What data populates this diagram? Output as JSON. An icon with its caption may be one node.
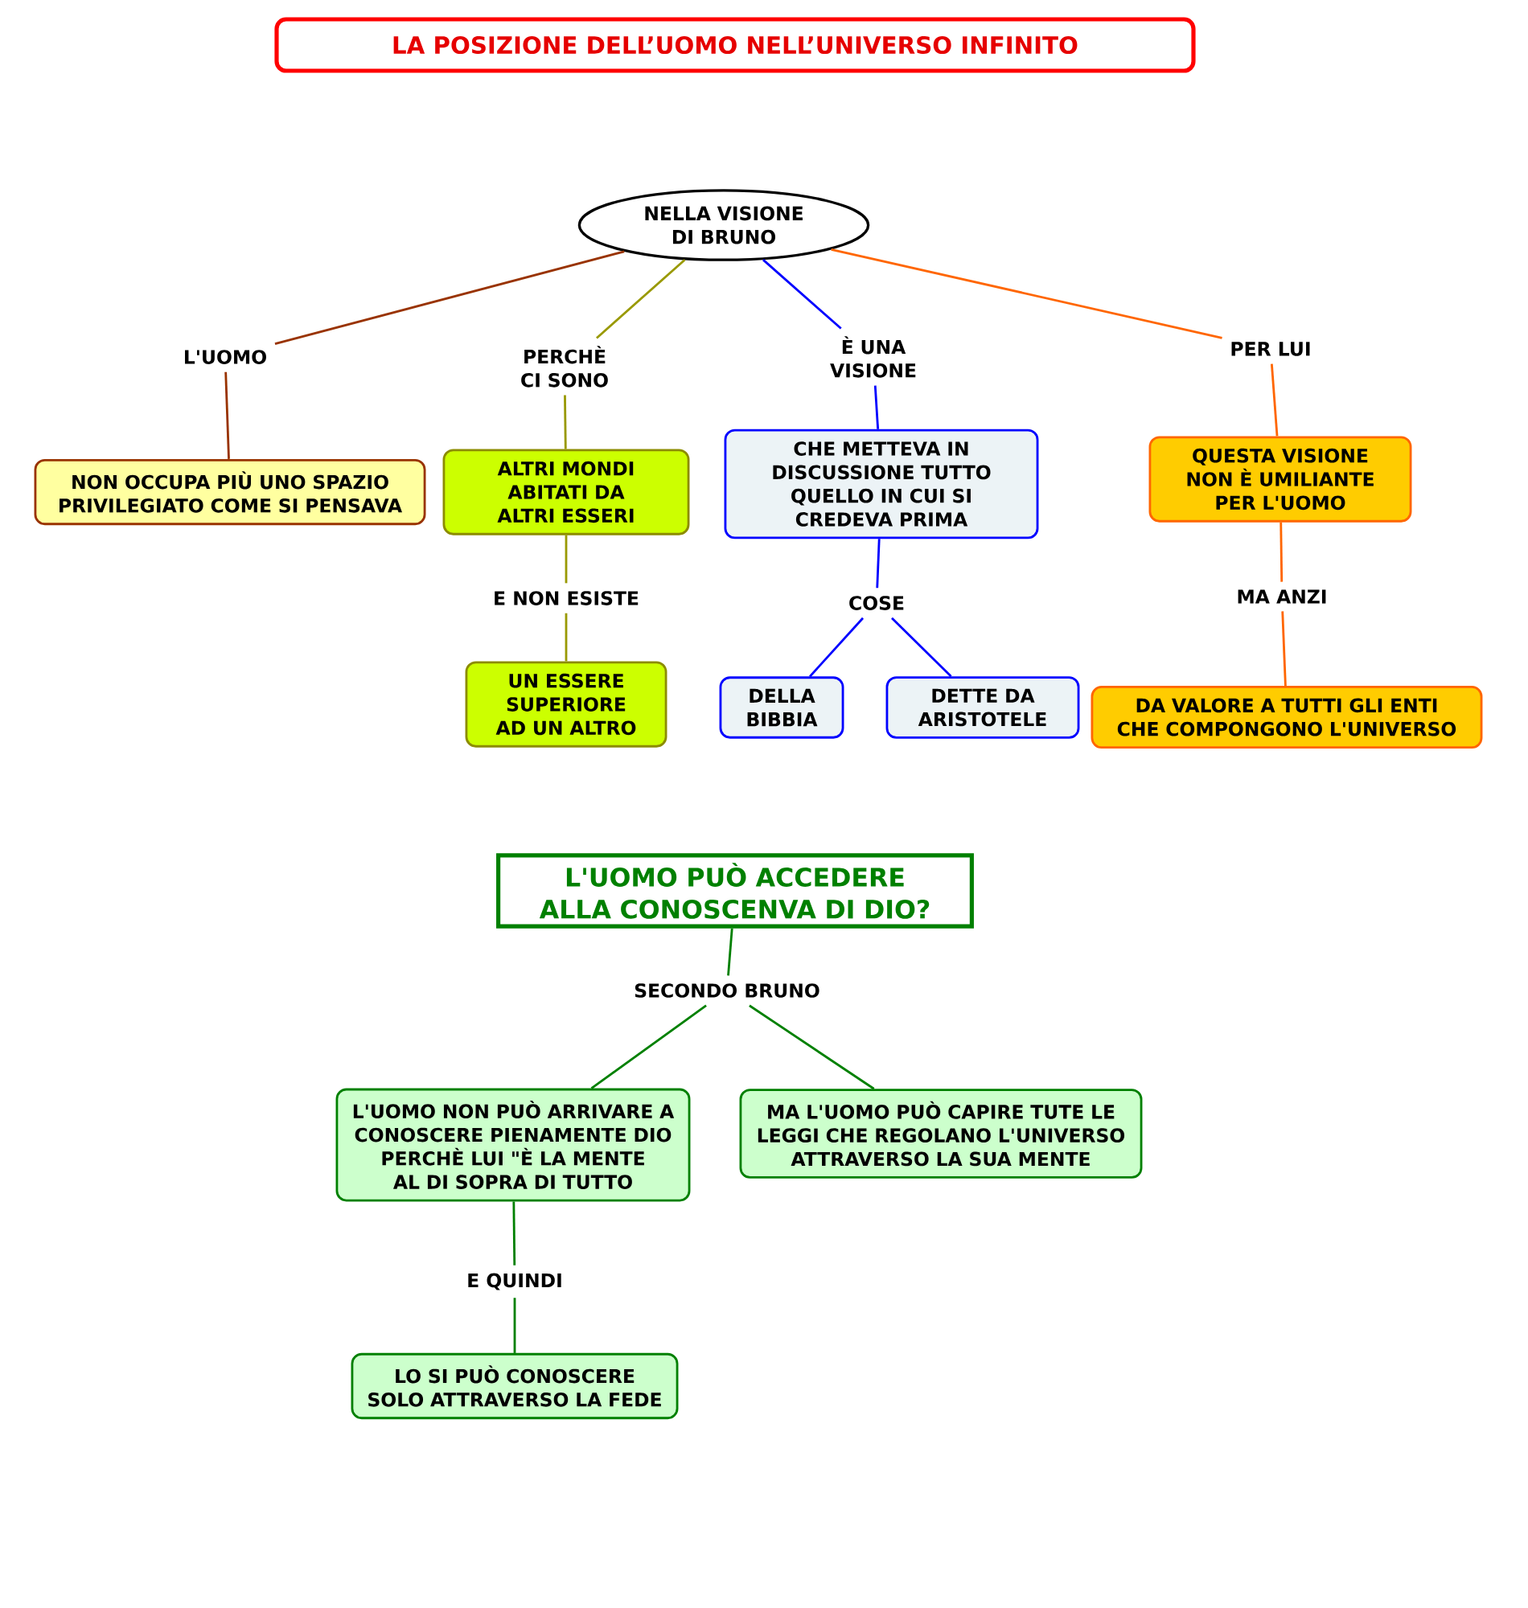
{
  "diagram": {
    "title": "LA POSIZIONE DELL’UOMO NELL’UNIVERSO INFINITO",
    "nodes": [
      {
        "text": [
          "NELLA VISIONE DI BRUNO"
        ]
      },
      {
        "text": [
          "L'UOMO"
        ]
      },
      {
        "text": [
          "PERCHÈ CI SONO"
        ]
      },
      {
        "text": [
          "È UNA VISIONE"
        ]
      },
      {
        "text": [
          "PER LUI"
        ]
      },
      {
        "text": [
          "NON OCCUPA PIÙ UNO SPAZIO PRIVILEGIATO COME SI PENSAVA"
        ]
      },
      {
        "text": [
          "ALTRI MONDI ABITATI DA ALTRI ESSERI"
        ]
      },
      {
        "text": [
          "CHE METTEVA IN DISCUSSIONE TUTTO QUELLO IN CUI SI CREDEVA PRIMA"
        ]
      },
      {
        "text": [
          "QUESTA VISIONE NON È UMILIANTE PER L'UOMO"
        ]
      },
      {
        "text": [
          "E NON ESISTE"
        ]
      },
      {
        "text": [
          "COSE"
        ]
      },
      {
        "text": [
          "MA ANZI"
        ]
      },
      {
        "text": [
          "UN ESSERE SUPERIORE AD UN ALTRO"
        ]
      },
      {
        "text": [
          "DELLA BIBBIA"
        ]
      },
      {
        "text": [
          "DETTE DA ARISTOTELE"
        ]
      },
      {
        "text": [
          "DA VALORE A TUTTI GLI ENTI CHE COMPONGONO L'UNIVERSO"
        ]
      },
      {
        "text": [
          "L'UOMO PUÒ ACCEDERE ALLA CONOSCENVA DI DIO?"
        ]
      },
      {
        "text": [
          "SECONDO BRUNO"
        ]
      },
      {
        "text": [
          "L'UOMO NON PUÒ ARRIVARE A CONOSCERE PIENAMENTE DIO PERCHÈ LUI \"È LA MENTE AL DI SOPRA DI TUTTO"
        ]
      },
      {
        "text": [
          "MA L'UOMO PUÒ CAPIRE TUTE LE LEGGI CHE REGOLANO L'UNIVERSO ATTRAVERSO LA SUA MENTE"
        ]
      },
      {
        "text": [
          "E QUINDI"
        ]
      },
      {
        "text": [
          "LO SI PUÒ CONOSCERE SOLO ATTRAVERSO LA FEDE"
        ]
      }
    ],
    "edges": [
      {
        "from": 0,
        "to": 1,
        "arrow": "none",
        "color": "#993300"
      },
      {
        "from": 1,
        "to": 5,
        "arrow": "none",
        "color": "#993300"
      },
      {
        "from": 0,
        "to": 2,
        "arrow": "none",
        "color": "#999900"
      },
      {
        "from": 2,
        "to": 6,
        "arrow": "none",
        "color": "#999900"
      },
      {
        "from": 6,
        "to": 9,
        "arrow": "none",
        "color": "#999900"
      },
      {
        "from": 9,
        "to": 12,
        "arrow": "none",
        "color": "#999900"
      },
      {
        "from": 0,
        "to": 3,
        "arrow": "none",
        "color": "#0000ff"
      },
      {
        "from": 3,
        "to": 7,
        "arrow": "none",
        "color": "#0000ff"
      },
      {
        "from": 7,
        "to": 10,
        "arrow": "none",
        "color": "#0000ff"
      },
      {
        "from": 10,
        "to": 13,
        "arrow": "none",
        "color": "#0000ff"
      },
      {
        "from": 10,
        "to": 14,
        "arrow": "none",
        "color": "#0000ff"
      },
      {
        "from": 0,
        "to": 4,
        "arrow": "none",
        "color": "#ff6600"
      },
      {
        "from": 4,
        "to": 8,
        "arrow": "none",
        "color": "#ff6600"
      },
      {
        "from": 8,
        "to": 11,
        "arrow": "none",
        "color": "#ff6600"
      },
      {
        "from": 11,
        "to": 15,
        "arrow": "none",
        "color": "#ff6600"
      },
      {
        "from": 16,
        "to": 17,
        "arrow": "none",
        "color": "#008000"
      },
      {
        "from": 17,
        "to": 18,
        "arrow": "none",
        "color": "#008000"
      },
      {
        "from": 17,
        "to": 19,
        "arrow": "none",
        "color": "#008000"
      },
      {
        "from": 18,
        "to": 20,
        "arrow": "none",
        "color": "#008000"
      },
      {
        "from": 20,
        "to": 21,
        "arrow": "none",
        "color": "#008000"
      }
    ]
  }
}
